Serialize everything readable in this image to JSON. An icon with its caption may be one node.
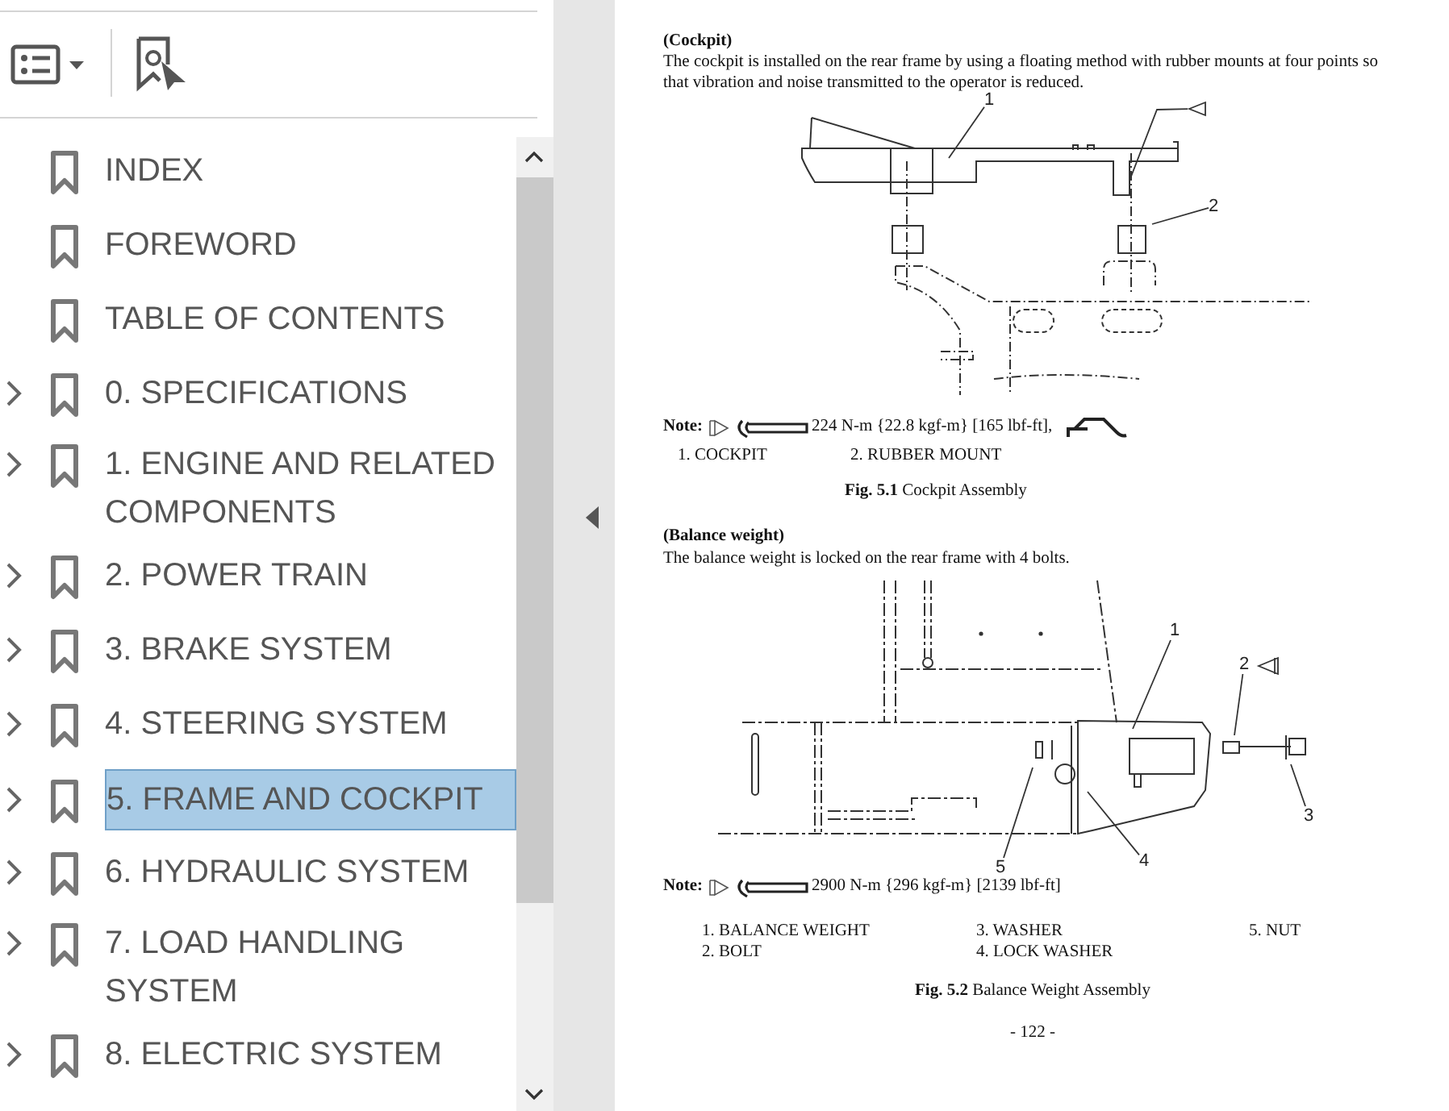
{
  "diagram": {
    "nodes": [
      {
        "text": [
          "1"
        ]
      },
      {
        "text": [],
        "shape": "triangle"
      },
      {
        "text": [
          "2"
        ]
      },
      {
        "text": [
          "1"
        ]
      },
      {
        "text": [
          "2"
        ]
      },
      {
        "text": [
          "3"
        ]
      },
      {
        "text": [
          "4"
        ]
      },
      {
        "text": [
          "5"
        ]
      }
    ],
    "edges": [
      {
        "from": 0,
        "to": null,
        "arrow": "none"
      },
      {
        "from": 1,
        "to": null,
        "arrow": "none"
      },
      {
        "from": 2,
        "to": null,
        "arrow": "none"
      },
      {
        "from": 3,
        "to": null,
        "arrow": "none"
      },
      {
        "from": 4,
        "to": null,
        "arrow": "none"
      },
      {
        "from": 5,
        "to": null,
        "arrow": "none"
      },
      {
        "from": 6,
        "to": null,
        "arrow": "none"
      },
      {
        "from": 7,
        "to": null,
        "arrow": "none"
      }
    ],
    "labels": [
      "INDEX",
      "FOREWORD",
      "TABLE OF CONTENTS",
      "0. SPECIFICATIONS",
      "1. ENGINE AND RELATED COMPONENTS",
      "2. POWER TRAIN",
      "3. BRAKE SYSTEM",
      "4. STEERING SYSTEM",
      "5. FRAME AND COCKPIT",
      "6. HYDRAULIC SYSTEM",
      "7. LOAD HANDLING SYSTEM",
      "8. ELECTRIC SYSTEM",
      "(Cockpit)",
      "The cockpit is installed on the rear frame by using a floating method with rubber mounts at four points so that vibration and noise transmitted to the operator is reduced.",
      "Note:",
      "224 N-m {22.8 kgf-m} [165 lbf-ft],",
      "1. COCKPIT",
      "2. RUBBER MOUNT",
      "**Fig. 5.1** Cockpit Assembly",
      "(Balance weight)",
      "The balance weight is locked on the rear frame with 4 bolts.",
      "Note:",
      "2900 N-m {296 kgf-m} [2139 lbf-ft]",
      "1. BALANCE WEIGHT",
      "3. WASHER",
      "5. NUT",
      "2. BOLT",
      "4. LOCK WASHER",
      "**Fig. 5.2** Balance Weight Assembly",
      "- 122 -"
    ]
  }
}
